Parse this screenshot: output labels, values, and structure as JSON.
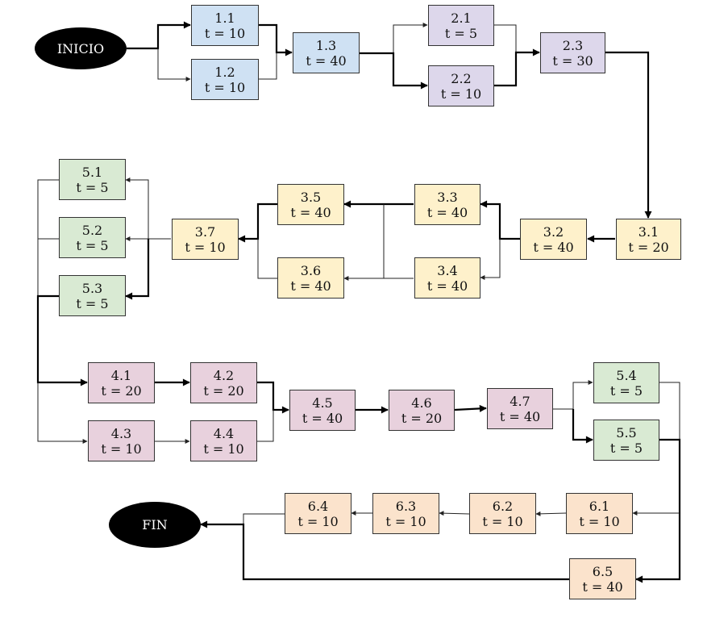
{
  "start_label": "INICIO",
  "end_label": "FIN",
  "colors": {
    "blue": "#cfe1f3",
    "purple": "#ddd7eb",
    "yellow": "#fef1cb",
    "green": "#d9ead3",
    "pink": "#e8d1dd",
    "orange": "#fbe3cc"
  },
  "tasks": {
    "t1_1": {
      "id": "1.1",
      "dur": "t = 10"
    },
    "t1_2": {
      "id": "1.2",
      "dur": "t = 10"
    },
    "t1_3": {
      "id": "1.3",
      "dur": "t = 40"
    },
    "t2_1": {
      "id": "2.1",
      "dur": "t = 5"
    },
    "t2_2": {
      "id": "2.2",
      "dur": "t = 10"
    },
    "t2_3": {
      "id": "2.3",
      "dur": "t = 30"
    },
    "t3_1": {
      "id": "3.1",
      "dur": "t = 20"
    },
    "t3_2": {
      "id": "3.2",
      "dur": "t = 40"
    },
    "t3_3": {
      "id": "3.3",
      "dur": "t = 40"
    },
    "t3_4": {
      "id": "3.4",
      "dur": "t = 40"
    },
    "t3_5": {
      "id": "3.5",
      "dur": "t = 40"
    },
    "t3_6": {
      "id": "3.6",
      "dur": "t = 40"
    },
    "t3_7": {
      "id": "3.7",
      "dur": "t = 10"
    },
    "t5_1": {
      "id": "5.1",
      "dur": "t = 5"
    },
    "t5_2": {
      "id": "5.2",
      "dur": "t = 5"
    },
    "t5_3": {
      "id": "5.3",
      "dur": "t = 5"
    },
    "t4_1": {
      "id": "4.1",
      "dur": "t = 20"
    },
    "t4_2": {
      "id": "4.2",
      "dur": "t = 20"
    },
    "t4_3": {
      "id": "4.3",
      "dur": "t = 10"
    },
    "t4_4": {
      "id": "4.4",
      "dur": "t = 10"
    },
    "t4_5": {
      "id": "4.5",
      "dur": "t = 40"
    },
    "t4_6": {
      "id": "4.6",
      "dur": "t = 20"
    },
    "t4_7": {
      "id": "4.7",
      "dur": "t = 40"
    },
    "t5_4": {
      "id": "5.4",
      "dur": "t = 5"
    },
    "t5_5": {
      "id": "5.5",
      "dur": "t = 5"
    },
    "t6_1": {
      "id": "6.1",
      "dur": "t = 10"
    },
    "t6_2": {
      "id": "6.2",
      "dur": "t = 10"
    },
    "t6_3": {
      "id": "6.3",
      "dur": "t = 10"
    },
    "t6_4": {
      "id": "6.4",
      "dur": "t = 10"
    },
    "t6_5": {
      "id": "6.5",
      "dur": "t = 40"
    }
  }
}
